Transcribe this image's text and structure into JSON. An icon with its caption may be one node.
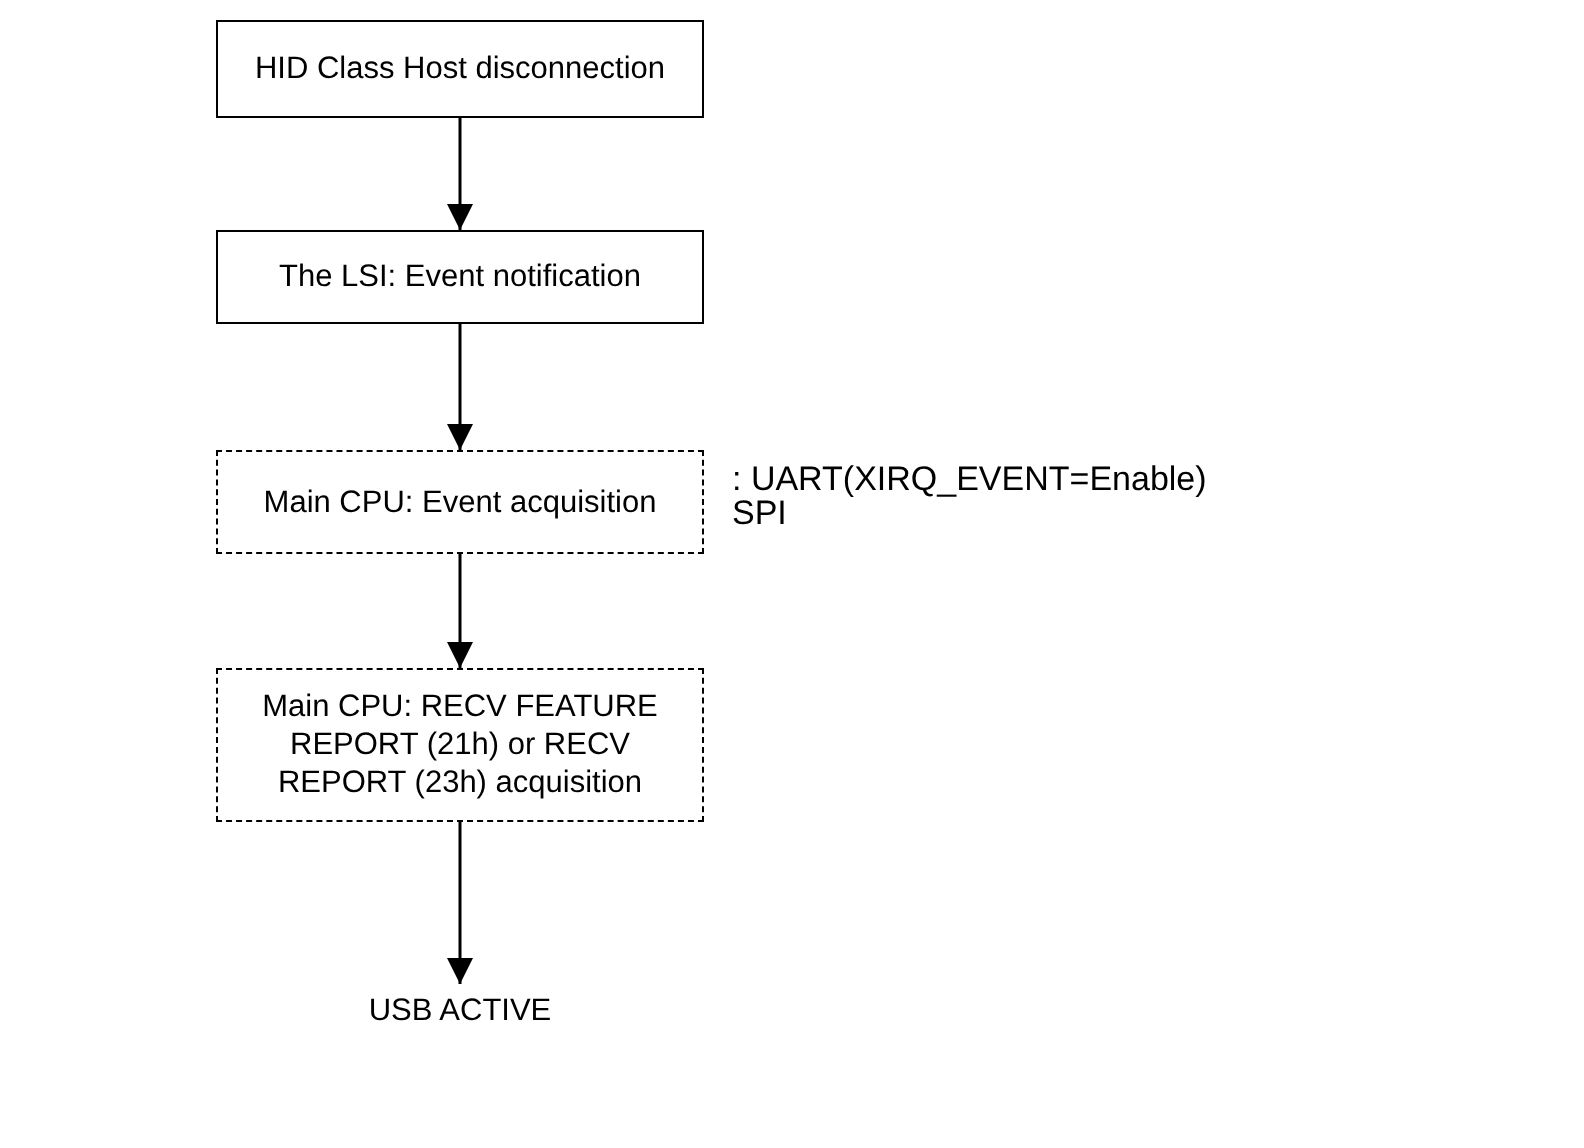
{
  "diagram": {
    "nodes": [
      {
        "text": [
          "HID Class Host disconnection"
        ]
      },
      {
        "text": [
          "The LSI: Event notification"
        ]
      },
      {
        "text": [
          "Main CPU: Event acquisition"
        ],
        "beside": [
          ": UART(XIRQ_EVENT=Enable)",
          "SPI"
        ]
      },
      {
        "text": [
          "Main CPU: RECV FEATURE REPORT (21h) or RECV REPORT (23h) acquisition"
        ]
      },
      {
        "text": [
          "USB ACTIVE"
        ]
      }
    ],
    "edges": [
      {
        "from": 0,
        "to": 1,
        "arrow": "to"
      },
      {
        "from": 1,
        "to": 2,
        "arrow": "to"
      },
      {
        "from": 2,
        "to": 3,
        "arrow": "to"
      },
      {
        "from": 3,
        "to": 4,
        "arrow": "to"
      }
    ]
  }
}
